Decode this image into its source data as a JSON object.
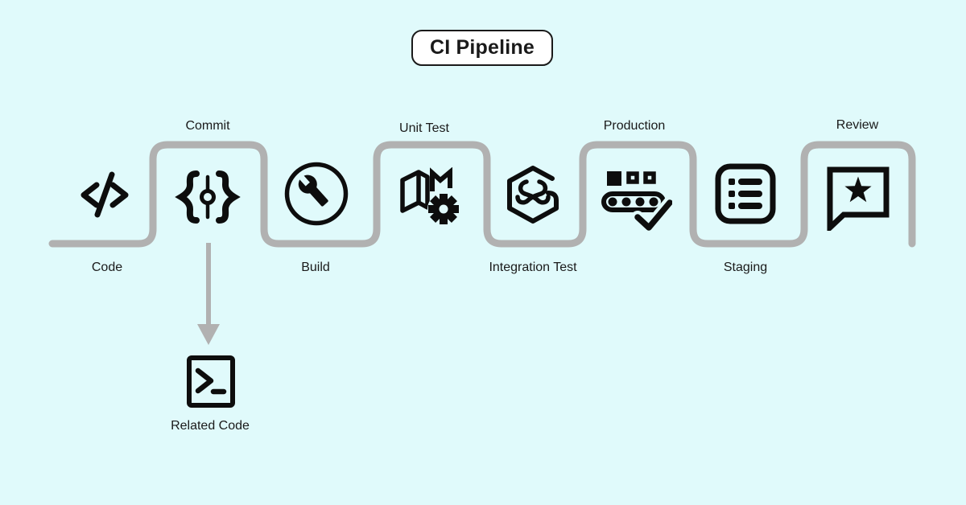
{
  "title": "CI Pipeline",
  "stages": [
    {
      "label": "Code",
      "icon": "code-icon",
      "label_position": "below"
    },
    {
      "label": "Commit",
      "icon": "git-commit-icon",
      "label_position": "above"
    },
    {
      "label": "Build",
      "icon": "wrench-circle-icon",
      "label_position": "below"
    },
    {
      "label": "Unit Test",
      "icon": "map-gear-icon",
      "label_position": "above"
    },
    {
      "label": "Integration Test",
      "icon": "hexagon-links-icon",
      "label_position": "below"
    },
    {
      "label": "Production",
      "icon": "conveyor-check-icon",
      "label_position": "above"
    },
    {
      "label": "Staging",
      "icon": "list-icon",
      "label_position": "below"
    },
    {
      "label": "Review",
      "icon": "star-speech-bubble-icon",
      "label_position": "above"
    }
  ],
  "branch": {
    "label": "Related Code",
    "icon": "terminal-icon"
  },
  "colors": {
    "background": "#e0fafb",
    "path": "#b1b1b1",
    "icon": "#0d0d0d",
    "text": "#1a1a1a",
    "title_background": "#ffffff",
    "title_border": "#1a1a1a"
  }
}
